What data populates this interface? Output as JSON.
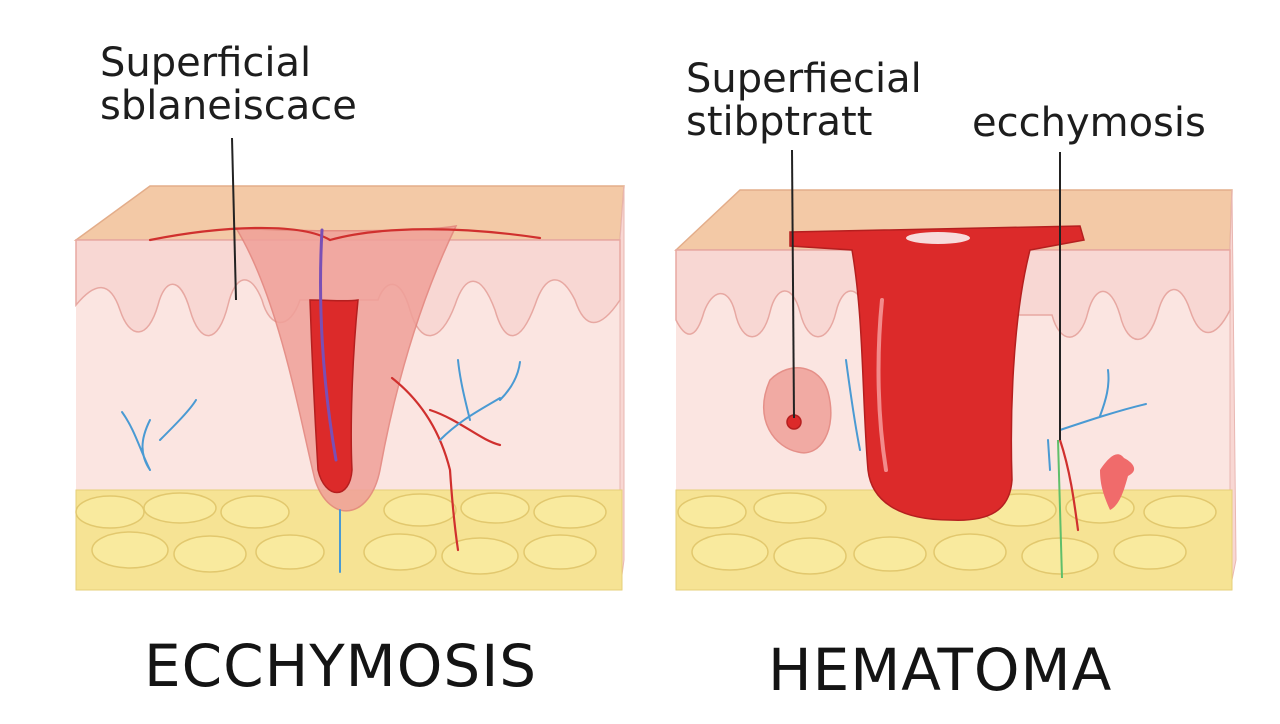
{
  "panels": [
    {
      "caption": "ECCHYMOSIS",
      "labels": [
        {
          "line1": "Superficial",
          "line2": "sblaneiscace"
        }
      ]
    },
    {
      "caption": "HEMATOMA",
      "labels": [
        {
          "line1": "Superfiecial",
          "line2": "stibptratt"
        },
        {
          "line1": "ecchymosis",
          "line2": ""
        }
      ]
    }
  ],
  "colors": {
    "epidermis_top": "#f3c9a6",
    "dermis": "#f8d7d3",
    "dermis_light": "#fbe5e1",
    "fat": "#f6e394",
    "fat_cell": "#f9ea9e",
    "blood": "#dc2a2a",
    "bruise_fill": "#f0a099",
    "vein": "#4a9ad3",
    "artery": "#d0302e",
    "nerve": "#7a4fb5",
    "leader_line": "#222222"
  }
}
